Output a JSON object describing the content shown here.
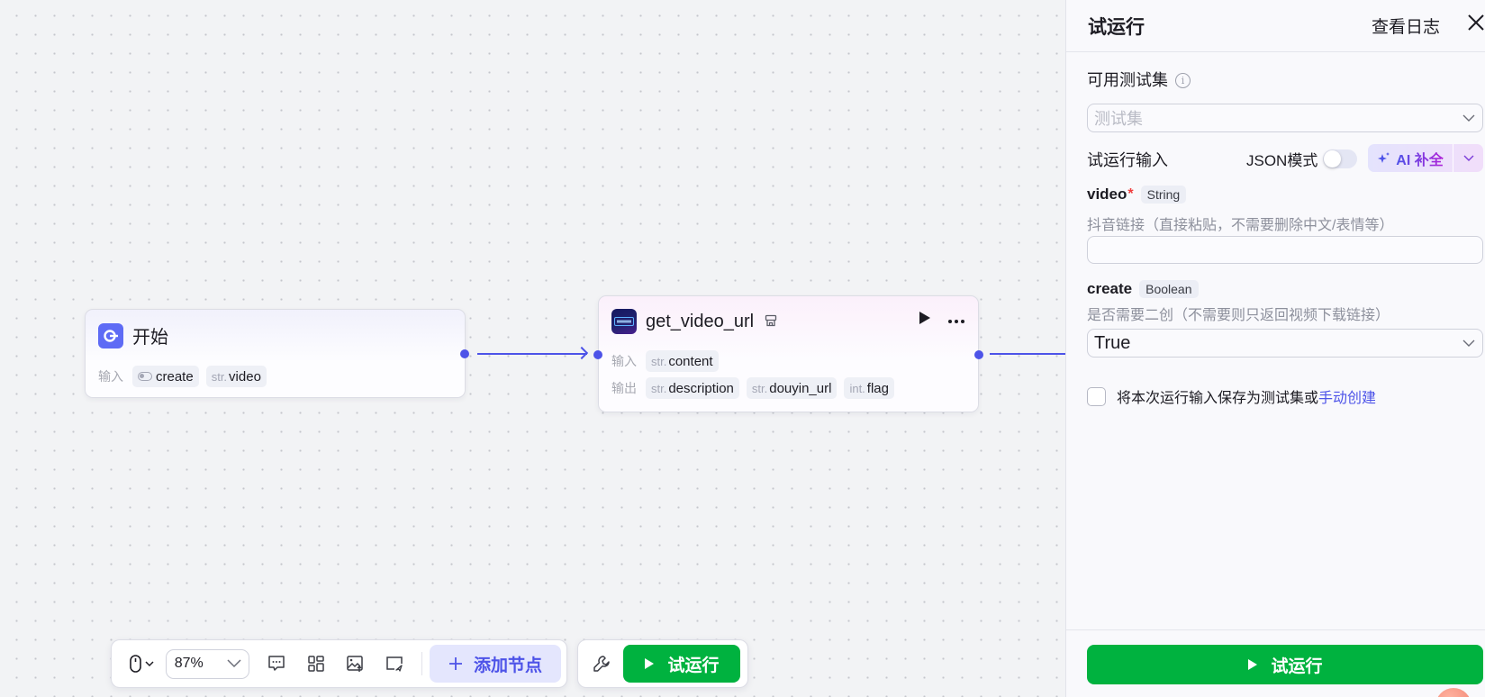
{
  "canvas": {
    "edge_color": "#4d53e8",
    "nodes": {
      "start": {
        "title": "开始",
        "input_label": "输入",
        "inputs": [
          {
            "type": "",
            "type_icon": "boolean-toggle-icon",
            "name": "create"
          },
          {
            "type": "str.",
            "name": "video"
          }
        ]
      },
      "plugin": {
        "title": "get_video_url",
        "input_label": "输入",
        "output_label": "输出",
        "inputs": [
          {
            "type": "str.",
            "name": "content"
          }
        ],
        "outputs": [
          {
            "type": "str.",
            "name": "description"
          },
          {
            "type": "str.",
            "name": "douyin_url"
          },
          {
            "type": "int.",
            "name": "flag"
          }
        ]
      }
    }
  },
  "toolbar": {
    "zoom_level": "87%",
    "add_node_label": "添加节点",
    "run_label": "试运行"
  },
  "panel": {
    "title": "试运行",
    "view_log": "查看日志",
    "test_set_label": "可用测试集",
    "test_set_placeholder": "测试集",
    "run_input_label": "试运行输入",
    "json_mode_label": "JSON模式",
    "json_mode_on": false,
    "ai_fill_label": "AI 补全",
    "fields": [
      {
        "name": "video",
        "required": "*",
        "type": "String",
        "description": "抖音链接（直接粘贴，不需要删除中文/表情等）",
        "value": ""
      },
      {
        "name": "create",
        "type": "Boolean",
        "description": "是否需要二创（不需要则只返回视频下载链接）",
        "value": "True"
      }
    ],
    "save_text": "将本次运行输入保存为测试集或",
    "save_link": "手动创建",
    "run_button": "试运行"
  },
  "colors": {
    "accent": "#4d53e8",
    "run_green": "#00b23f",
    "required_red": "#f03d3d"
  }
}
